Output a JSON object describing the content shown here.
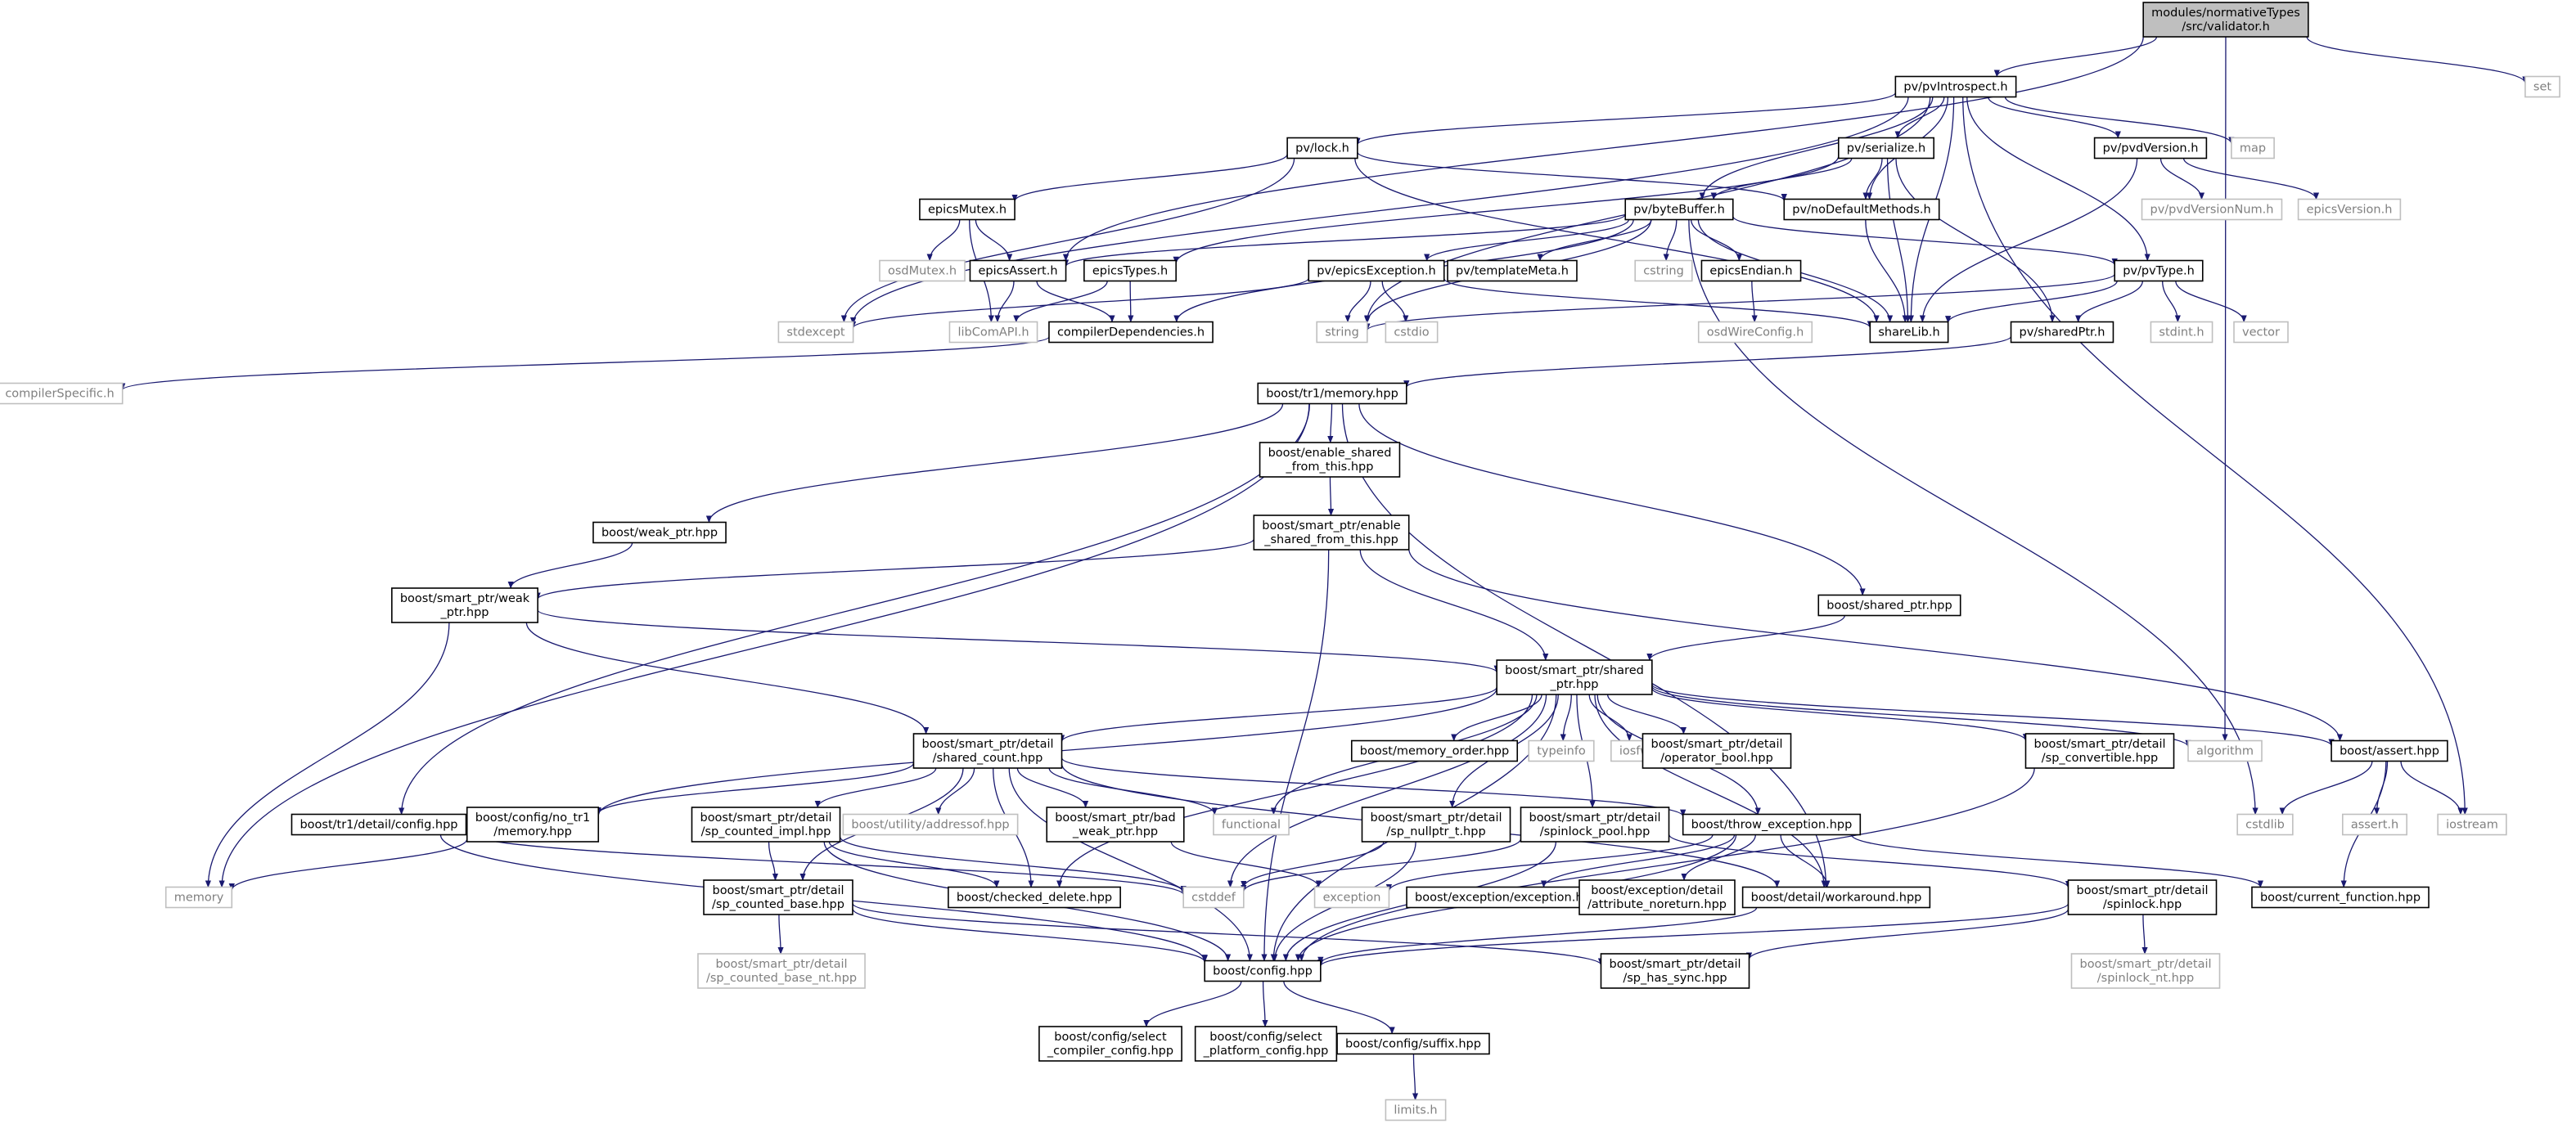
{
  "diagram": {
    "colors": {
      "edge": "#191970",
      "root_fill": "#bfbfbf",
      "root_border": "#000000",
      "node_fill": "#ffffff",
      "node_border": "#000000",
      "external_border": "#bfbfbf",
      "external_text": "#808080",
      "text": "#000000"
    },
    "nodes": [
      {
        "id": "validator",
        "lines": [
          "modules/normativeTypes",
          "/src/validator.h"
        ],
        "style": "root"
      },
      {
        "id": "set",
        "lines": [
          "set"
        ],
        "style": "external"
      },
      {
        "id": "pvIntrospect",
        "lines": [
          "pv/pvIntrospect.h"
        ],
        "style": "normal"
      },
      {
        "id": "lock",
        "lines": [
          "pv/lock.h"
        ],
        "style": "normal"
      },
      {
        "id": "serialize",
        "lines": [
          "pv/serialize.h"
        ],
        "style": "normal"
      },
      {
        "id": "pvdVersion",
        "lines": [
          "pv/pvdVersion.h"
        ],
        "style": "normal"
      },
      {
        "id": "map",
        "lines": [
          "map"
        ],
        "style": "external"
      },
      {
        "id": "epicsMutex",
        "lines": [
          "epicsMutex.h"
        ],
        "style": "normal"
      },
      {
        "id": "byteBuffer",
        "lines": [
          "pv/byteBuffer.h"
        ],
        "style": "normal"
      },
      {
        "id": "noDefaultMethods",
        "lines": [
          "pv/noDefaultMethods.h"
        ],
        "style": "normal"
      },
      {
        "id": "pvdVersionNum",
        "lines": [
          "pv/pvdVersionNum.h"
        ],
        "style": "external"
      },
      {
        "id": "epicsVersion",
        "lines": [
          "epicsVersion.h"
        ],
        "style": "external"
      },
      {
        "id": "osdMutex",
        "lines": [
          "osdMutex.h"
        ],
        "style": "external"
      },
      {
        "id": "epicsAssert",
        "lines": [
          "epicsAssert.h"
        ],
        "style": "normal"
      },
      {
        "id": "epicsTypes",
        "lines": [
          "epicsTypes.h"
        ],
        "style": "normal"
      },
      {
        "id": "epicsException",
        "lines": [
          "pv/epicsException.h"
        ],
        "style": "normal"
      },
      {
        "id": "templateMeta",
        "lines": [
          "pv/templateMeta.h"
        ],
        "style": "normal"
      },
      {
        "id": "cstring",
        "lines": [
          "cstring"
        ],
        "style": "external"
      },
      {
        "id": "epicsEndian",
        "lines": [
          "epicsEndian.h"
        ],
        "style": "normal"
      },
      {
        "id": "pvType",
        "lines": [
          "pv/pvType.h"
        ],
        "style": "normal"
      },
      {
        "id": "stdexcept",
        "lines": [
          "stdexcept"
        ],
        "style": "external"
      },
      {
        "id": "libComAPI",
        "lines": [
          "libComAPI.h"
        ],
        "style": "external"
      },
      {
        "id": "compilerDependencies",
        "lines": [
          "compilerDependencies.h"
        ],
        "style": "normal"
      },
      {
        "id": "string",
        "lines": [
          "string"
        ],
        "style": "external"
      },
      {
        "id": "cstdio",
        "lines": [
          "cstdio"
        ],
        "style": "external"
      },
      {
        "id": "osdWireConfig",
        "lines": [
          "osdWireConfig.h"
        ],
        "style": "external"
      },
      {
        "id": "shareLib",
        "lines": [
          "shareLib.h"
        ],
        "style": "normal"
      },
      {
        "id": "sharedPtr",
        "lines": [
          "pv/sharedPtr.h"
        ],
        "style": "normal"
      },
      {
        "id": "stdint",
        "lines": [
          "stdint.h"
        ],
        "style": "external"
      },
      {
        "id": "vector",
        "lines": [
          "vector"
        ],
        "style": "external"
      },
      {
        "id": "compilerSpecific",
        "lines": [
          "compilerSpecific.h"
        ],
        "style": "external"
      },
      {
        "id": "tr1memory",
        "lines": [
          "boost/tr1/memory.hpp"
        ],
        "style": "normal"
      },
      {
        "id": "enableShared",
        "lines": [
          "boost/enable_shared",
          "_from_this.hpp"
        ],
        "style": "normal"
      },
      {
        "id": "weakPtrHpp",
        "lines": [
          "boost/weak_ptr.hpp"
        ],
        "style": "normal"
      },
      {
        "id": "spEnableShared",
        "lines": [
          "boost/smart_ptr/enable",
          "_shared_from_this.hpp"
        ],
        "style": "normal"
      },
      {
        "id": "spWeakPtr",
        "lines": [
          "boost/smart_ptr/weak",
          "_ptr.hpp"
        ],
        "style": "normal"
      },
      {
        "id": "sharedPtrHpp",
        "lines": [
          "boost/shared_ptr.hpp"
        ],
        "style": "normal"
      },
      {
        "id": "spSharedPtr",
        "lines": [
          "boost/smart_ptr/shared",
          "_ptr.hpp"
        ],
        "style": "normal"
      },
      {
        "id": "sharedCount",
        "lines": [
          "boost/smart_ptr/detail",
          "/shared_count.hpp"
        ],
        "style": "normal"
      },
      {
        "id": "memoryOrder",
        "lines": [
          "boost/memory_order.hpp"
        ],
        "style": "normal"
      },
      {
        "id": "typeinfo",
        "lines": [
          "typeinfo"
        ],
        "style": "external"
      },
      {
        "id": "iosfwd",
        "lines": [
          "iosfwd"
        ],
        "style": "external"
      },
      {
        "id": "operatorBool",
        "lines": [
          "boost/smart_ptr/detail",
          "/operator_bool.hpp"
        ],
        "style": "normal"
      },
      {
        "id": "spConvertible",
        "lines": [
          "boost/smart_ptr/detail",
          "/sp_convertible.hpp"
        ],
        "style": "normal"
      },
      {
        "id": "algorithm",
        "lines": [
          "algorithm"
        ],
        "style": "external"
      },
      {
        "id": "boostAssert",
        "lines": [
          "boost/assert.hpp"
        ],
        "style": "normal"
      },
      {
        "id": "tr1Config",
        "lines": [
          "boost/tr1/detail/config.hpp"
        ],
        "style": "normal"
      },
      {
        "id": "noTr1Memory",
        "lines": [
          "boost/config/no_tr1",
          "/memory.hpp"
        ],
        "style": "normal"
      },
      {
        "id": "spCountedImpl",
        "lines": [
          "boost/smart_ptr/detail",
          "/sp_counted_impl.hpp"
        ],
        "style": "normal"
      },
      {
        "id": "addressof",
        "lines": [
          "boost/utility/addressof.hpp"
        ],
        "style": "external"
      },
      {
        "id": "badWeakPtr",
        "lines": [
          "boost/smart_ptr/bad",
          "_weak_ptr.hpp"
        ],
        "style": "normal"
      },
      {
        "id": "functional",
        "lines": [
          "functional"
        ],
        "style": "external"
      },
      {
        "id": "spNullptr",
        "lines": [
          "boost/smart_ptr/detail",
          "/sp_nullptr_t.hpp"
        ],
        "style": "normal"
      },
      {
        "id": "spinlockPool",
        "lines": [
          "boost/smart_ptr/detail",
          "/spinlock_pool.hpp"
        ],
        "style": "normal"
      },
      {
        "id": "throwException",
        "lines": [
          "boost/throw_exception.hpp"
        ],
        "style": "normal"
      },
      {
        "id": "cstdlib",
        "lines": [
          "cstdlib"
        ],
        "style": "external"
      },
      {
        "id": "assertH",
        "lines": [
          "assert.h"
        ],
        "style": "external"
      },
      {
        "id": "iostream",
        "lines": [
          "iostream"
        ],
        "style": "external"
      },
      {
        "id": "memory",
        "lines": [
          "memory"
        ],
        "style": "external"
      },
      {
        "id": "spCountedBase",
        "lines": [
          "boost/smart_ptr/detail",
          "/sp_counted_base.hpp"
        ],
        "style": "normal"
      },
      {
        "id": "checkedDelete",
        "lines": [
          "boost/checked_delete.hpp"
        ],
        "style": "normal"
      },
      {
        "id": "cstddef",
        "lines": [
          "cstddef"
        ],
        "style": "external"
      },
      {
        "id": "exception",
        "lines": [
          "exception"
        ],
        "style": "external"
      },
      {
        "id": "exceptionHpp",
        "lines": [
          "boost/exception/exception.hpp"
        ],
        "style": "normal"
      },
      {
        "id": "attrNoreturn",
        "lines": [
          "boost/exception/detail",
          "/attribute_noreturn.hpp"
        ],
        "style": "normal"
      },
      {
        "id": "workaround",
        "lines": [
          "boost/detail/workaround.hpp"
        ],
        "style": "normal"
      },
      {
        "id": "spinlock",
        "lines": [
          "boost/smart_ptr/detail",
          "/spinlock.hpp"
        ],
        "style": "normal"
      },
      {
        "id": "currentFunction",
        "lines": [
          "boost/current_function.hpp"
        ],
        "style": "normal"
      },
      {
        "id": "spCountedBaseNt",
        "lines": [
          "boost/smart_ptr/detail",
          "/sp_counted_base_nt.hpp"
        ],
        "style": "external"
      },
      {
        "id": "boostConfig",
        "lines": [
          "boost/config.hpp"
        ],
        "style": "normal"
      },
      {
        "id": "spHasSync",
        "lines": [
          "boost/smart_ptr/detail",
          "/sp_has_sync.hpp"
        ],
        "style": "normal"
      },
      {
        "id": "spinlockNt",
        "lines": [
          "boost/smart_ptr/detail",
          "/spinlock_nt.hpp"
        ],
        "style": "external"
      },
      {
        "id": "selectCompiler",
        "lines": [
          "boost/config/select",
          "_compiler_config.hpp"
        ],
        "style": "normal"
      },
      {
        "id": "selectPlatform",
        "lines": [
          "boost/config/select",
          "_platform_config.hpp"
        ],
        "style": "normal"
      },
      {
        "id": "suffix",
        "lines": [
          "boost/config/suffix.hpp"
        ],
        "style": "normal"
      },
      {
        "id": "limits",
        "lines": [
          "limits.h"
        ],
        "style": "external"
      }
    ],
    "edges": [
      [
        "validator",
        "pvIntrospect"
      ],
      [
        "validator",
        "set"
      ],
      [
        "validator",
        "algorithm"
      ],
      [
        "validator",
        "epicsAssert"
      ],
      [
        "pvIntrospect",
        "lock"
      ],
      [
        "pvIntrospect",
        "serialize"
      ],
      [
        "pvIntrospect",
        "pvdVersion"
      ],
      [
        "pvIntrospect",
        "map"
      ],
      [
        "pvIntrospect",
        "byteBuffer"
      ],
      [
        "pvIntrospect",
        "noDefaultMethods"
      ],
      [
        "pvIntrospect",
        "pvType"
      ],
      [
        "pvIntrospect",
        "string"
      ],
      [
        "pvIntrospect",
        "stdexcept"
      ],
      [
        "pvIntrospect",
        "shareLib"
      ],
      [
        "pvIntrospect",
        "iostream"
      ],
      [
        "lock",
        "epicsMutex"
      ],
      [
        "lock",
        "stdexcept"
      ],
      [
        "lock",
        "noDefaultMethods"
      ],
      [
        "lock",
        "shareLib"
      ],
      [
        "serialize",
        "byteBuffer"
      ],
      [
        "serialize",
        "epicsTypes"
      ],
      [
        "serialize",
        "sharedPtr"
      ],
      [
        "serialize",
        "shareLib"
      ],
      [
        "serialize",
        "noDefaultMethods"
      ],
      [
        "pvdVersion",
        "pvdVersionNum"
      ],
      [
        "pvdVersion",
        "epicsVersion"
      ],
      [
        "pvdVersion",
        "shareLib"
      ],
      [
        "epicsMutex",
        "osdMutex"
      ],
      [
        "epicsMutex",
        "epicsAssert"
      ],
      [
        "epicsMutex",
        "libComAPI"
      ],
      [
        "byteBuffer",
        "epicsAssert"
      ],
      [
        "byteBuffer",
        "epicsException"
      ],
      [
        "byteBuffer",
        "templateMeta"
      ],
      [
        "byteBuffer",
        "cstring"
      ],
      [
        "byteBuffer",
        "epicsEndian"
      ],
      [
        "byteBuffer",
        "pvType"
      ],
      [
        "byteBuffer",
        "shareLib"
      ],
      [
        "byteBuffer",
        "string"
      ],
      [
        "byteBuffer",
        "compilerDependencies"
      ],
      [
        "byteBuffer",
        "cstdlib"
      ],
      [
        "noDefaultMethods",
        "shareLib"
      ],
      [
        "epicsAssert",
        "libComAPI"
      ],
      [
        "epicsAssert",
        "compilerDependencies"
      ],
      [
        "epicsTypes",
        "libComAPI"
      ],
      [
        "epicsTypes",
        "compilerDependencies"
      ],
      [
        "epicsException",
        "stdexcept"
      ],
      [
        "epicsException",
        "string"
      ],
      [
        "epicsException",
        "cstdio"
      ],
      [
        "epicsException",
        "shareLib"
      ],
      [
        "epicsEndian",
        "osdWireConfig"
      ],
      [
        "pvType",
        "stdint"
      ],
      [
        "pvType",
        "vector"
      ],
      [
        "pvType",
        "string"
      ],
      [
        "pvType",
        "sharedPtr"
      ],
      [
        "pvType",
        "shareLib"
      ],
      [
        "compilerDependencies",
        "compilerSpecific"
      ],
      [
        "sharedPtr",
        "tr1memory"
      ],
      [
        "tr1memory",
        "enableShared"
      ],
      [
        "tr1memory",
        "weakPtrHpp"
      ],
      [
        "tr1memory",
        "sharedPtrHpp"
      ],
      [
        "tr1memory",
        "tr1Config"
      ],
      [
        "tr1memory",
        "memory"
      ],
      [
        "tr1memory",
        "workaround"
      ],
      [
        "enableShared",
        "spEnableShared"
      ],
      [
        "weakPtrHpp",
        "spWeakPtr"
      ],
      [
        "spEnableShared",
        "spWeakPtr"
      ],
      [
        "spEnableShared",
        "spSharedPtr"
      ],
      [
        "spEnableShared",
        "boostAssert"
      ],
      [
        "spEnableShared",
        "boostConfig"
      ],
      [
        "spWeakPtr",
        "memory"
      ],
      [
        "spWeakPtr",
        "sharedCount"
      ],
      [
        "spWeakPtr",
        "spSharedPtr"
      ],
      [
        "sharedPtrHpp",
        "spSharedPtr"
      ],
      [
        "spSharedPtr",
        "sharedCount"
      ],
      [
        "spSharedPtr",
        "memoryOrder"
      ],
      [
        "spSharedPtr",
        "typeinfo"
      ],
      [
        "spSharedPtr",
        "iosfwd"
      ],
      [
        "spSharedPtr",
        "operatorBool"
      ],
      [
        "spSharedPtr",
        "spConvertible"
      ],
      [
        "spSharedPtr",
        "algorithm"
      ],
      [
        "spSharedPtr",
        "boostAssert"
      ],
      [
        "spSharedPtr",
        "noTr1Memory"
      ],
      [
        "spSharedPtr",
        "functional"
      ],
      [
        "spSharedPtr",
        "spNullptr"
      ],
      [
        "spSharedPtr",
        "spinlockPool"
      ],
      [
        "spSharedPtr",
        "throwException"
      ],
      [
        "spSharedPtr",
        "checkedDelete"
      ],
      [
        "spSharedPtr",
        "cstddef"
      ],
      [
        "spSharedPtr",
        "workaround"
      ],
      [
        "spSharedPtr",
        "boostConfig"
      ],
      [
        "sharedCount",
        "noTr1Memory"
      ],
      [
        "sharedCount",
        "spCountedImpl"
      ],
      [
        "sharedCount",
        "addressof"
      ],
      [
        "sharedCount",
        "badWeakPtr"
      ],
      [
        "sharedCount",
        "functional"
      ],
      [
        "sharedCount",
        "throwException"
      ],
      [
        "sharedCount",
        "checkedDelete"
      ],
      [
        "sharedCount",
        "spCountedBase"
      ],
      [
        "sharedCount",
        "workaround"
      ],
      [
        "sharedCount",
        "boostConfig"
      ],
      [
        "spConvertible",
        "boostConfig"
      ],
      [
        "boostAssert",
        "cstdlib"
      ],
      [
        "boostAssert",
        "assertH"
      ],
      [
        "boostAssert",
        "iostream"
      ],
      [
        "boostAssert",
        "currentFunction"
      ],
      [
        "tr1Config",
        "cstddef"
      ],
      [
        "tr1Config",
        "boostConfig"
      ],
      [
        "noTr1Memory",
        "memory"
      ],
      [
        "spCountedImpl",
        "checkedDelete"
      ],
      [
        "spCountedImpl",
        "spCountedBase"
      ],
      [
        "spCountedImpl",
        "cstddef"
      ],
      [
        "spCountedImpl",
        "boostConfig"
      ],
      [
        "badWeakPtr",
        "exception"
      ],
      [
        "spNullptr",
        "cstddef"
      ],
      [
        "spNullptr",
        "boostConfig"
      ],
      [
        "spinlockPool",
        "spinlock"
      ],
      [
        "spinlockPool",
        "cstddef"
      ],
      [
        "spinlockPool",
        "boostConfig"
      ],
      [
        "throwException",
        "exception"
      ],
      [
        "throwException",
        "exceptionHpp"
      ],
      [
        "throwException",
        "attrNoreturn"
      ],
      [
        "throwException",
        "workaround"
      ],
      [
        "throwException",
        "currentFunction"
      ],
      [
        "throwException",
        "boostConfig"
      ],
      [
        "spCountedBase",
        "spCountedBaseNt"
      ],
      [
        "spCountedBase",
        "spHasSync"
      ],
      [
        "spCountedBase",
        "boostConfig"
      ],
      [
        "workaround",
        "boostConfig"
      ],
      [
        "spinlock",
        "spinlockNt"
      ],
      [
        "spinlock",
        "spHasSync"
      ],
      [
        "spinlock",
        "boostConfig"
      ],
      [
        "boostConfig",
        "selectCompiler"
      ],
      [
        "boostConfig",
        "selectPlatform"
      ],
      [
        "boostConfig",
        "suffix"
      ],
      [
        "suffix",
        "limits"
      ]
    ]
  }
}
